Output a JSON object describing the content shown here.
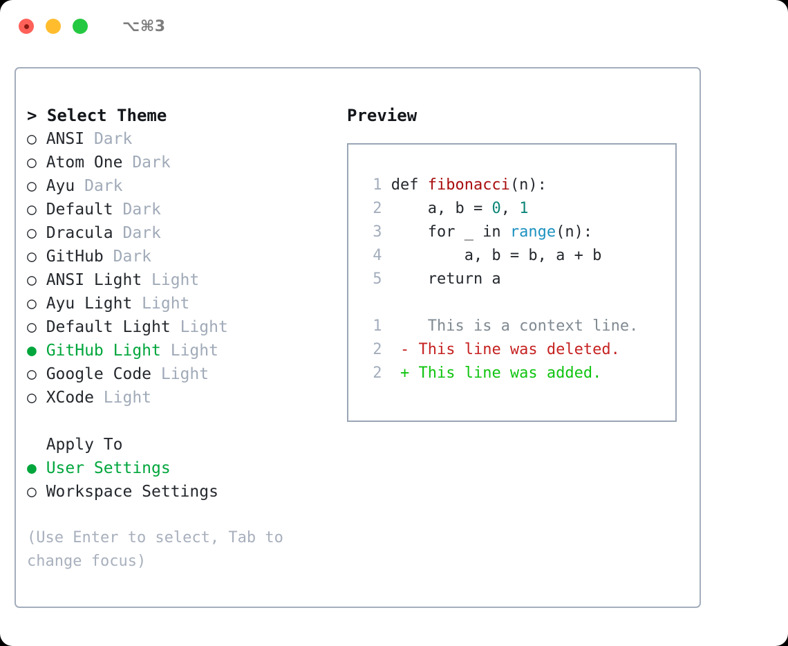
{
  "window": {
    "traffic_lights": [
      "close",
      "minimize",
      "zoom"
    ],
    "shortcut": "⌥⌘3",
    "colors": {
      "close": "#FF6159",
      "minimize": "#FFBD2E",
      "zoom": "#25C941",
      "accent_green": "#00A63C",
      "muted": "#A0AAB8",
      "border": "#A3ADBC"
    }
  },
  "theme_picker": {
    "header_caret": ">",
    "header": "Select Theme",
    "unselected_bullet": "○",
    "selected_bullet": "●",
    "items": [
      {
        "name": "ANSI",
        "tag": "Dark",
        "selected": false
      },
      {
        "name": "Atom One",
        "tag": "Dark",
        "selected": false
      },
      {
        "name": "Ayu",
        "tag": "Dark",
        "selected": false
      },
      {
        "name": "Default",
        "tag": "Dark",
        "selected": false
      },
      {
        "name": "Dracula",
        "tag": "Dark",
        "selected": false
      },
      {
        "name": "GitHub",
        "tag": "Dark",
        "selected": false
      },
      {
        "name": "ANSI Light",
        "tag": "Light",
        "selected": false
      },
      {
        "name": "Ayu Light",
        "tag": "Light",
        "selected": false
      },
      {
        "name": "Default Light",
        "tag": "Light",
        "selected": false
      },
      {
        "name": "GitHub Light",
        "tag": "Light",
        "selected": true
      },
      {
        "name": "Google Code",
        "tag": "Light",
        "selected": false
      },
      {
        "name": "XCode",
        "tag": "Light",
        "selected": false
      }
    ]
  },
  "apply_to": {
    "header": "Apply To",
    "items": [
      {
        "name": "User Settings",
        "selected": true
      },
      {
        "name": "Workspace Settings",
        "selected": false
      }
    ]
  },
  "hint": "(Use Enter to select, Tab to change focus)",
  "preview": {
    "title": "Preview",
    "code_lines": [
      {
        "no": "1",
        "tokens": [
          {
            "t": "def ",
            "c": "plain"
          },
          {
            "t": "fibonacci",
            "c": "fn"
          },
          {
            "t": "(n):",
            "c": "plain"
          }
        ]
      },
      {
        "no": "2",
        "tokens": [
          {
            "t": "    a, b = ",
            "c": "plain"
          },
          {
            "t": "0",
            "c": "num"
          },
          {
            "t": ", ",
            "c": "plain"
          },
          {
            "t": "1",
            "c": "num"
          }
        ]
      },
      {
        "no": "3",
        "tokens": [
          {
            "t": "    for _ in ",
            "c": "plain"
          },
          {
            "t": "range",
            "c": "call"
          },
          {
            "t": "(n):",
            "c": "plain"
          }
        ]
      },
      {
        "no": "4",
        "tokens": [
          {
            "t": "        a, b = b, a + b",
            "c": "plain"
          }
        ]
      },
      {
        "no": "5",
        "tokens": [
          {
            "t": "    return a",
            "c": "plain"
          }
        ]
      }
    ],
    "diff_lines": [
      {
        "no": "1",
        "marker": " ",
        "text": "  This is a context line.",
        "kind": "context"
      },
      {
        "no": "2",
        "marker": "-",
        "text": " This line was deleted.",
        "kind": "deleted"
      },
      {
        "no": "2",
        "marker": "+",
        "text": " This line was added.",
        "kind": "added"
      }
    ],
    "syntax_colors": {
      "function_name": "#A90E0E",
      "number": "#0C8577",
      "builtin_call": "#1B91C0",
      "plain": "#24282D",
      "line_number": "#A3ADBC",
      "diff_context": "#808A92",
      "diff_deleted": "#C62222",
      "diff_added": "#10C410"
    }
  }
}
